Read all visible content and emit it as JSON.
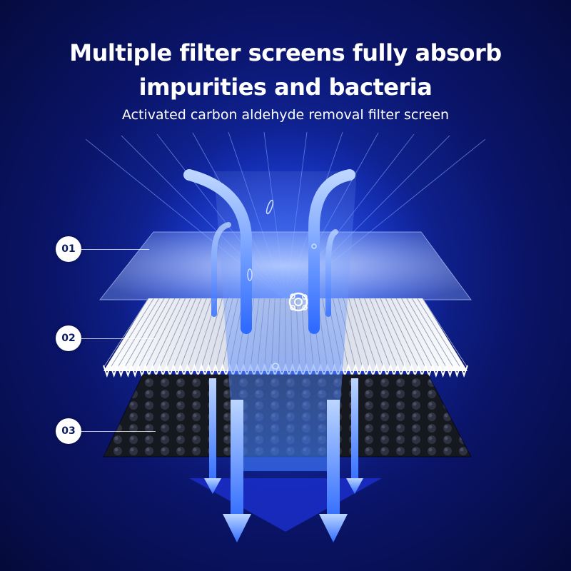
{
  "headline": {
    "line1": "Multiple filter screens fully absorb",
    "line2": "impurities  and bacteria"
  },
  "subtitle": "Activated carbon aldehyde removal filter screen",
  "layers": [
    {
      "label": "01",
      "name": "pre-filter-mesh"
    },
    {
      "label": "02",
      "name": "pleated-hepa-filter"
    },
    {
      "label": "03",
      "name": "activated-carbon-filter"
    }
  ],
  "colors": {
    "background": "#0a1468",
    "airflow": "#3f7dff",
    "badge": "#ffffff",
    "text": "#ffffff"
  },
  "icons": [
    "down-arrow-icon",
    "curved-arrow-icon",
    "bacteria-icon"
  ]
}
